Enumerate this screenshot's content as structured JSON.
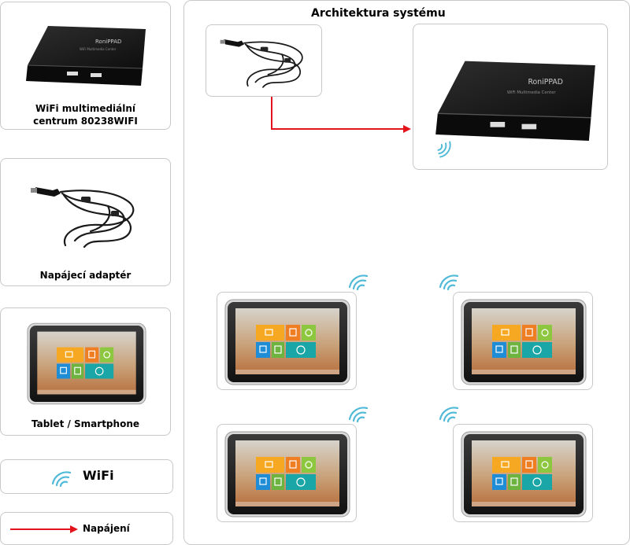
{
  "legend": {
    "media_center_label_line1": "WiFi multimediální",
    "media_center_label_line2": "centrum 80238WIFI",
    "adapter_label": "Napájecí adaptér",
    "tablet_label": "Tablet / Smartphone",
    "wifi_label": "WiFi",
    "power_label": "Napájení"
  },
  "main": {
    "title": "Architektura systému",
    "device_brand": "RoniPPAD"
  },
  "colors": {
    "box_border": "#c8c8c8",
    "wifi_blue": "#4fb9d8",
    "power_red": "#e3131b",
    "device_body": "#1c1c1c"
  },
  "icons": [
    "media-center-icon",
    "power-adapter-icon",
    "tablet-icon",
    "wifi-icon",
    "power-arrow-icon"
  ]
}
